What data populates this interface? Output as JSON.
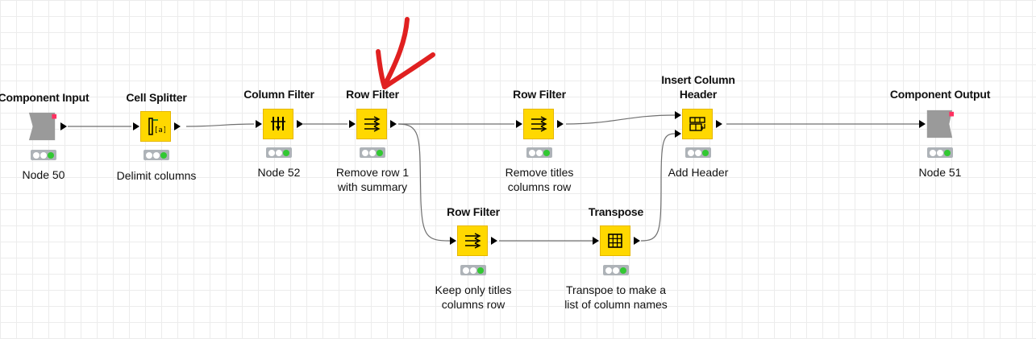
{
  "colors": {
    "node_yellow": "#ffd800",
    "node_gray": "#9a9a9a",
    "status_panel": "#aeb3b8",
    "status_green": "#32c832",
    "annotation_red": "#e02020",
    "connection": "#707070"
  },
  "nodes": [
    {
      "id": "component-input",
      "title": "Component Input",
      "label": "Node 50",
      "icon": "component-input-icon"
    },
    {
      "id": "cell-splitter",
      "title": "Cell Splitter",
      "label": "Delimit columns",
      "icon": "cell-splitter-icon"
    },
    {
      "id": "column-filter",
      "title": "Column Filter",
      "label": "Node 52",
      "icon": "column-filter-icon"
    },
    {
      "id": "row-filter-1",
      "title": "Row Filter",
      "label": "Remove row 1\nwith summary",
      "icon": "row-filter-icon"
    },
    {
      "id": "row-filter-2",
      "title": "Row Filter",
      "label": "Remove titles\ncolumns row",
      "icon": "row-filter-icon"
    },
    {
      "id": "insert-column-header",
      "title": "Insert Column\nHeader",
      "label": "Add Header",
      "icon": "insert-column-header-icon"
    },
    {
      "id": "component-output",
      "title": "Component Output",
      "label": "Node 51",
      "icon": "component-output-icon"
    },
    {
      "id": "row-filter-3",
      "title": "Row Filter",
      "label": "Keep only titles\ncolumns row",
      "icon": "row-filter-icon"
    },
    {
      "id": "transpose",
      "title": "Transpose",
      "label": "Transpoe to make a\nlist of column names",
      "icon": "transpose-icon"
    }
  ],
  "annotation": {
    "icon": "red-arrow-annotation-icon",
    "points_to": "row-filter-1"
  }
}
